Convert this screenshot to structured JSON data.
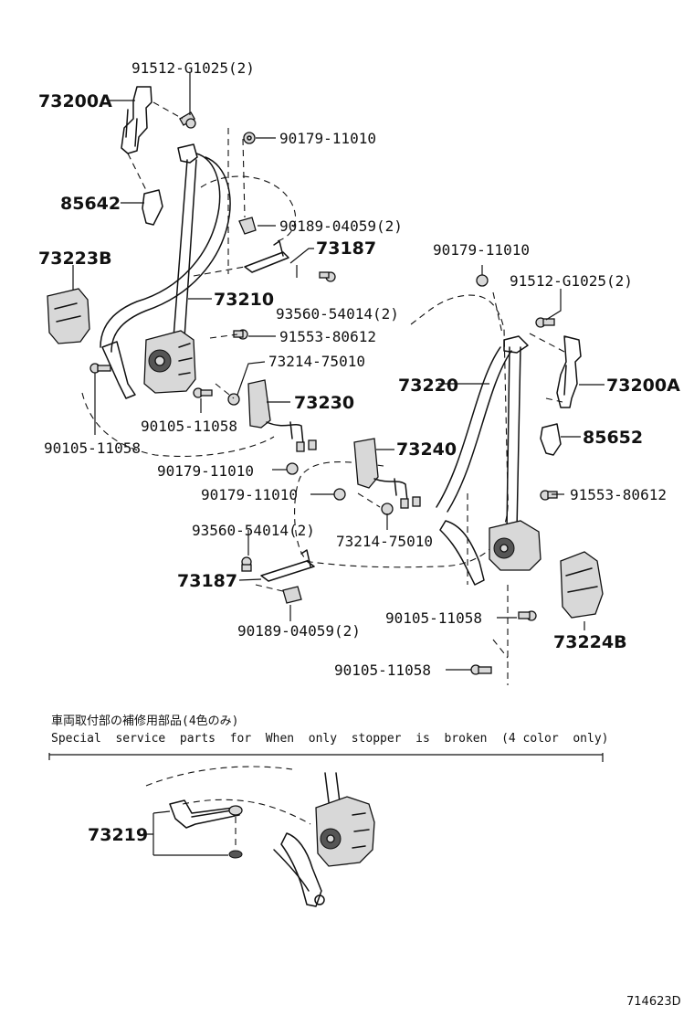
{
  "callouts": [
    {
      "id": "c1",
      "text": "91512-G1025(2)"
    },
    {
      "id": "c2",
      "text": "73200A"
    },
    {
      "id": "c3",
      "text": "90179-11010"
    },
    {
      "id": "c4",
      "text": "85642"
    },
    {
      "id": "c5",
      "text": "90189-04059(2)"
    },
    {
      "id": "c6",
      "text": "73187"
    },
    {
      "id": "c7",
      "text": "73223B"
    },
    {
      "id": "c8",
      "text": "73210"
    },
    {
      "id": "c9",
      "text": "93560-54014(2)"
    },
    {
      "id": "c10",
      "text": "91553-80612"
    },
    {
      "id": "c11",
      "text": "73214-75010"
    },
    {
      "id": "c12",
      "text": "73230"
    },
    {
      "id": "c13",
      "text": "90105-11058"
    },
    {
      "id": "c14",
      "text": "90105-11058"
    },
    {
      "id": "c15",
      "text": "90179-11010"
    },
    {
      "id": "c16",
      "text": "90179-11010"
    },
    {
      "id": "c17",
      "text": "73240"
    },
    {
      "id": "c18",
      "text": "93560-54014(2)"
    },
    {
      "id": "c19",
      "text": "73214-75010"
    },
    {
      "id": "c20",
      "text": "73187"
    },
    {
      "id": "c21",
      "text": "90189-04059(2)"
    },
    {
      "id": "c22",
      "text": "90179-11010"
    },
    {
      "id": "c23",
      "text": "91512-G1025(2)"
    },
    {
      "id": "c24",
      "text": "73220"
    },
    {
      "id": "c25",
      "text": "73200A"
    },
    {
      "id": "c26",
      "text": "85652"
    },
    {
      "id": "c27",
      "text": "91553-80612"
    },
    {
      "id": "c28",
      "text": "90105-11058"
    },
    {
      "id": "c29",
      "text": "73224B"
    },
    {
      "id": "c30",
      "text": "90105-11058"
    },
    {
      "id": "c31",
      "text": "73219"
    }
  ],
  "note": {
    "japanese": "車両取付部の補修用部品(4色のみ)",
    "english": "Special  service  parts  for  When  only  stopper  is  broken  (4 color  only)"
  },
  "reference_code": "714623D"
}
